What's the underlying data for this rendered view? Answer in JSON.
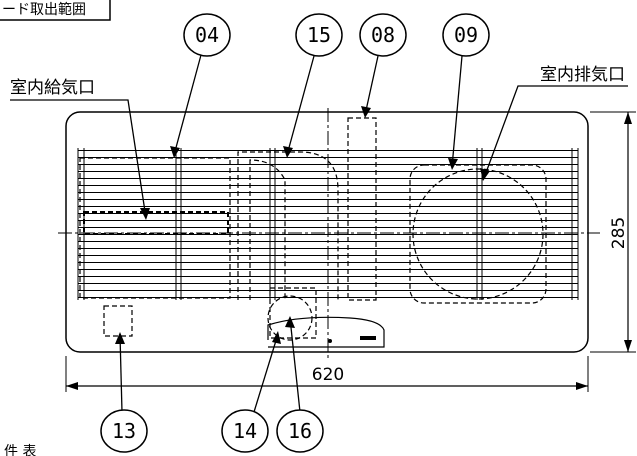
{
  "labels": {
    "top_left_fragment": "ード取出範囲",
    "supply_port": "室内給気口",
    "exhaust_port": "室内排気口",
    "bottom_fragment": "件 表"
  },
  "dimensions": {
    "width": "620",
    "height": "285"
  },
  "callouts": [
    {
      "id": "04"
    },
    {
      "id": "15"
    },
    {
      "id": "08"
    },
    {
      "id": "09"
    },
    {
      "id": "13"
    },
    {
      "id": "14"
    },
    {
      "id": "16"
    }
  ]
}
